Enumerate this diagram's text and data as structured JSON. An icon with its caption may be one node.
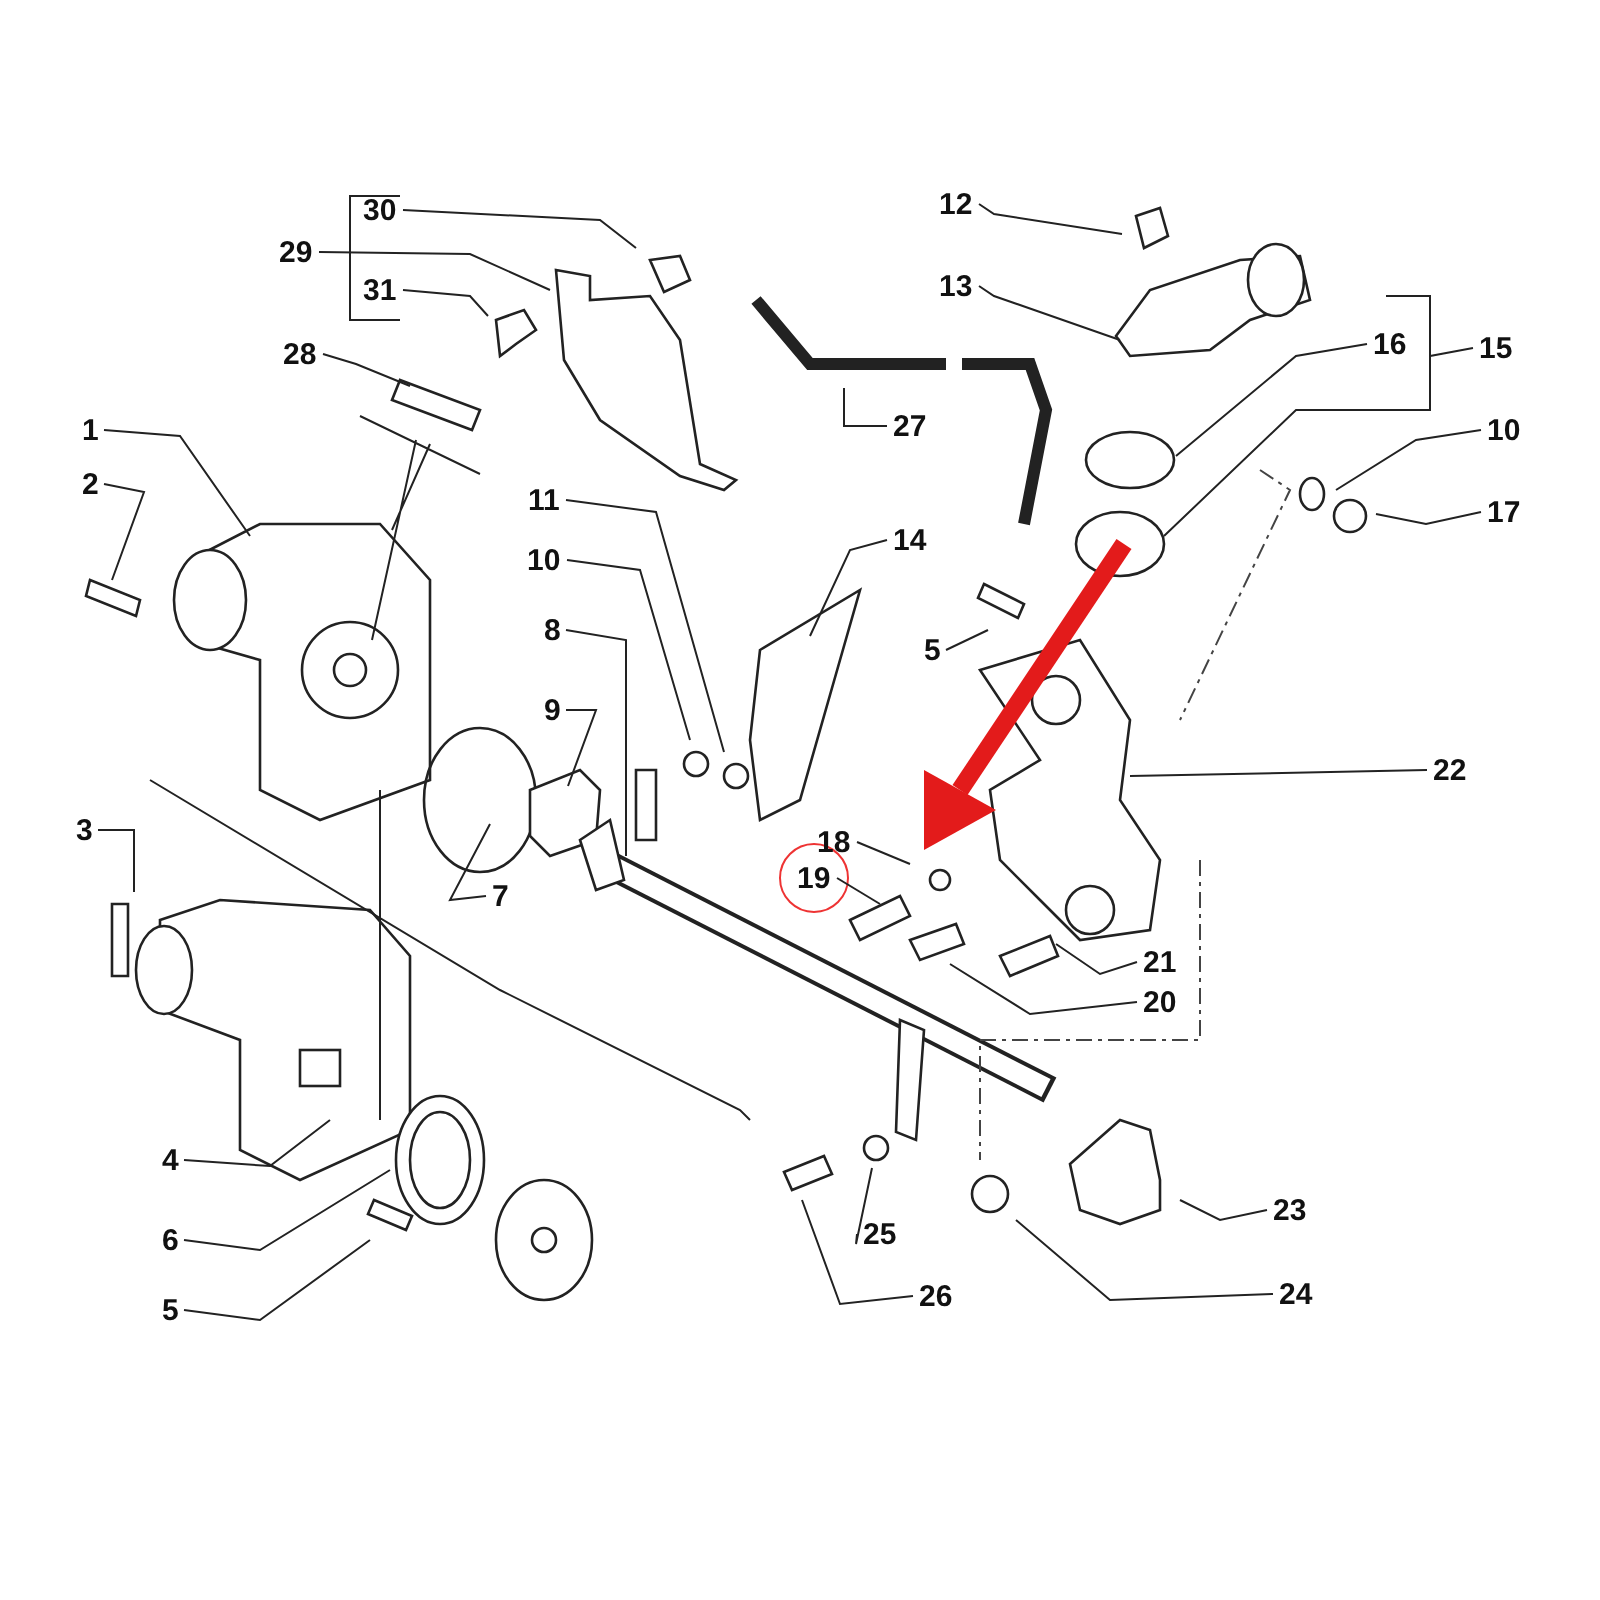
{
  "diagram": {
    "nodes": [
      {
        "text": [
          "30"
        ]
      },
      {
        "text": [
          "29"
        ]
      },
      {
        "text": [
          "31"
        ]
      },
      {
        "text": [
          "28"
        ]
      },
      {
        "text": [
          "1"
        ]
      },
      {
        "text": [
          "2"
        ]
      },
      {
        "text": [
          "12"
        ]
      },
      {
        "text": [
          "13"
        ]
      },
      {
        "text": [
          "16"
        ]
      },
      {
        "text": [
          "15"
        ]
      },
      {
        "text": [
          "10"
        ]
      },
      {
        "text": [
          "17"
        ]
      },
      {
        "text": [
          "27"
        ]
      },
      {
        "text": [
          "11"
        ]
      },
      {
        "text": [
          "10"
        ]
      },
      {
        "text": [
          "14"
        ]
      },
      {
        "text": [
          "8"
        ]
      },
      {
        "text": [
          "9"
        ]
      },
      {
        "text": [
          "5"
        ]
      },
      {
        "text": [
          "22"
        ]
      },
      {
        "text": [
          "18"
        ]
      },
      {
        "text": [
          "19"
        ]
      },
      {
        "text": [
          "7"
        ]
      },
      {
        "text": [
          "3"
        ]
      },
      {
        "text": [
          "21"
        ]
      },
      {
        "text": [
          "20"
        ]
      },
      {
        "text": [
          "4"
        ]
      },
      {
        "text": [
          "6"
        ]
      },
      {
        "text": [
          "5"
        ]
      },
      {
        "text": [
          "23"
        ]
      },
      {
        "text": [
          "25"
        ]
      },
      {
        "text": [
          "26"
        ]
      },
      {
        "text": [
          "24"
        ]
      }
    ],
    "edges": [
      {
        "from": 0,
        "to": null,
        "arrow": "none"
      },
      {
        "from": 1,
        "to": null,
        "arrow": "none"
      },
      {
        "from": 2,
        "to": null,
        "arrow": "none"
      },
      {
        "from": 3,
        "to": null,
        "arrow": "none"
      },
      {
        "from": 4,
        "to": null,
        "arrow": "none"
      },
      {
        "from": 5,
        "to": null,
        "arrow": "none"
      },
      {
        "from": 6,
        "to": null,
        "arrow": "none"
      },
      {
        "from": 7,
        "to": null,
        "arrow": "none"
      },
      {
        "from": 8,
        "to": null,
        "arrow": "none"
      },
      {
        "from": 9,
        "to": null,
        "arrow": "none"
      },
      {
        "from": 10,
        "to": null,
        "arrow": "none"
      },
      {
        "from": 11,
        "to": null,
        "arrow": "none"
      },
      {
        "from": 12,
        "to": null,
        "arrow": "none"
      },
      {
        "from": 13,
        "to": null,
        "arrow": "none"
      },
      {
        "from": 14,
        "to": null,
        "arrow": "none"
      },
      {
        "from": 15,
        "to": null,
        "arrow": "none"
      },
      {
        "from": 16,
        "to": null,
        "arrow": "none"
      },
      {
        "from": 17,
        "to": null,
        "arrow": "none"
      },
      {
        "from": 18,
        "to": null,
        "arrow": "none"
      },
      {
        "from": 19,
        "to": null,
        "arrow": "none"
      },
      {
        "from": 20,
        "to": null,
        "arrow": "none"
      },
      {
        "from": 21,
        "to": null,
        "arrow": "none"
      },
      {
        "from": 22,
        "to": null,
        "arrow": "none"
      },
      {
        "from": 23,
        "to": null,
        "arrow": "none"
      },
      {
        "from": 24,
        "to": null,
        "arrow": "none"
      },
      {
        "from": 25,
        "to": null,
        "arrow": "none"
      },
      {
        "from": 26,
        "to": null,
        "arrow": "none"
      },
      {
        "from": 27,
        "to": null,
        "arrow": "none"
      },
      {
        "from": 28,
        "to": null,
        "arrow": "none"
      },
      {
        "from": 29,
        "to": null,
        "arrow": "none"
      },
      {
        "from": 30,
        "to": null,
        "arrow": "none"
      },
      {
        "from": 31,
        "to": null,
        "arrow": "none"
      },
      {
        "from": 32,
        "to": null,
        "arrow": "none"
      }
    ]
  }
}
